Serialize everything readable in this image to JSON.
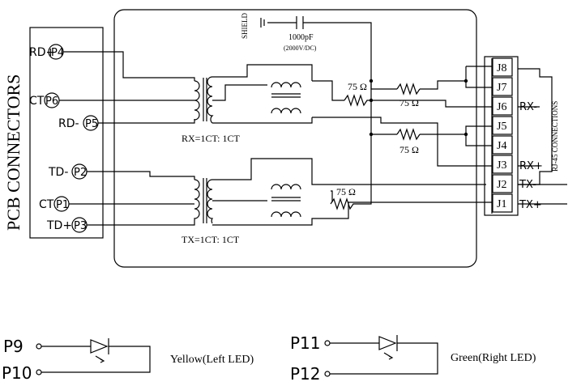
{
  "side_label": "PCB CONNECTORS",
  "right_label": "RJ-45 CONNECTIONS",
  "pcb_pins": [
    {
      "prefix": "RD+",
      "pin": "P4"
    },
    {
      "prefix": "CT",
      "pin": "P6"
    },
    {
      "prefix": "RD-",
      "pin": "P5"
    },
    {
      "prefix": "TD-",
      "pin": "P2"
    },
    {
      "prefix": "CT",
      "pin": "P1"
    },
    {
      "prefix": "TD+",
      "pin": "P3"
    }
  ],
  "jacks": [
    "J8",
    "J7",
    "J6",
    "J5",
    "J4",
    "J3",
    "J2",
    "J1"
  ],
  "jack_signals": {
    "j6": "RX-",
    "j3": "RX+",
    "j2": "TX-",
    "j1": "TX+"
  },
  "shield": "SHIELD",
  "capacitor": {
    "value": "1000pF",
    "rating": "(2000V/DC)"
  },
  "resistor_value": "75 Ω",
  "rx_ratio": "RX=1CT: 1CT",
  "tx_ratio": "TX=1CT: 1CT",
  "leds": [
    {
      "pin_a": "P9",
      "pin_b": "P10",
      "label": "Yellow(Left LED)"
    },
    {
      "pin_a": "P11",
      "pin_b": "P12",
      "label": "Green(Right LED)"
    }
  ]
}
